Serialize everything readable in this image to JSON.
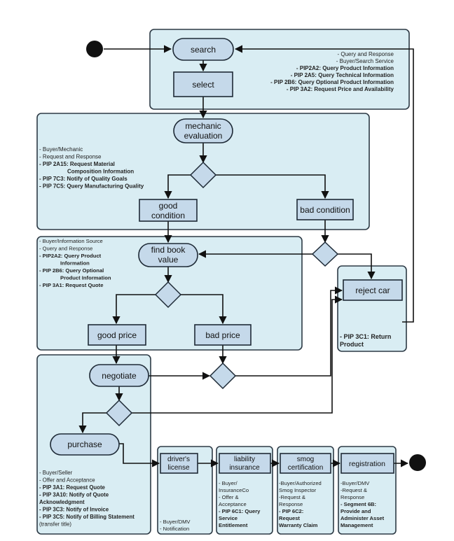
{
  "nodes": {
    "search": "search",
    "select": "select",
    "mechanic_evaluation": [
      "mechanic",
      "evaluation"
    ],
    "good_condition": [
      "good",
      "condition"
    ],
    "bad_condition": "bad condition",
    "find_book_value": [
      "find book",
      "value"
    ],
    "good_price": "good price",
    "bad_price": "bad price",
    "reject_car": "reject car",
    "negotiate": "negotiate",
    "purchase": "purchase",
    "drivers_license": [
      "driver's",
      "license"
    ],
    "liability_insurance": [
      "liability",
      "insurance"
    ],
    "smog_certification": [
      "smog",
      "certification"
    ],
    "registration": "registration"
  },
  "notes": {
    "search": [
      {
        "t": "- Query and Response",
        "b": false
      },
      {
        "t": "- Buyer/Search Service",
        "b": false
      },
      {
        "t": "- PIP2A2:  Query Product Information",
        "b": true
      },
      {
        "t": "- PIP 2A5: Query Technical Information",
        "b": true
      },
      {
        "t": "- PIP 2B6: Query Optional Product Information",
        "b": true
      },
      {
        "t": "- PIP 3A2: Request Price and Availability",
        "b": true
      }
    ],
    "mechanic": [
      {
        "t": "- Buyer/Mechanic",
        "b": false
      },
      {
        "t": "- Request and Response",
        "b": false
      },
      {
        "t": "- PIP 2A15: Request Material",
        "b": true
      },
      {
        "t": "Composition Information",
        "b": true
      },
      {
        "t": "- PIP 7C3: Notify of Quality Goals",
        "b": true
      },
      {
        "t": "- PIP 7C5: Query Manufacturing Quality",
        "b": true
      }
    ],
    "book": [
      {
        "t": "- Buyer/Information Source",
        "b": false
      },
      {
        "t": "- Query and Response",
        "b": false
      },
      {
        "t": "- PIP2A2:  Query Product",
        "b": true
      },
      {
        "t": "Information",
        "b": true
      },
      {
        "t": "- PIP 2B6: Query Optional",
        "b": true
      },
      {
        "t": "Product Information",
        "b": true
      },
      {
        "t": "- PIP 3A1: Request Quote",
        "b": true
      }
    ],
    "reject": [
      {
        "t": "- PIP 3C1: Return",
        "b": true
      },
      {
        "t": "Product",
        "b": true
      }
    ],
    "seller": [
      {
        "t": "- Buyer/Seller",
        "b": false
      },
      {
        "t": "- Offer and Acceptance",
        "b": false
      },
      {
        "t": "- PIP 3A1: Request Quote",
        "b": true
      },
      {
        "t": "- PIP 3A10: Notify of Quote",
        "b": true
      },
      {
        "t": "Acknowledgment",
        "b": true
      },
      {
        "t": "- PIP 3C3: Notify of Invoice",
        "b": true
      },
      {
        "t": "- PIP 3C5: Notify of Billing Statement",
        "b": true
      },
      {
        "t": "(transfer title)",
        "b": false
      }
    ],
    "dmv1": [
      {
        "t": "- Buyer/DMV",
        "b": false
      },
      {
        "t": "- Notification",
        "b": false
      }
    ],
    "insurance": [
      {
        "t": "- Buyer/",
        "b": false
      },
      {
        "t": "InsuranceCo",
        "b": false
      },
      {
        "t": "- Offer &",
        "b": false
      },
      {
        "t": "Acceptance",
        "b": false
      },
      {
        "t": "- PIP 6C1: Query",
        "b": true
      },
      {
        "t": "Service",
        "b": true
      },
      {
        "t": "Entitlement",
        "b": true
      }
    ],
    "smog": [
      {
        "t": "-Buyer/Authorized",
        "b": false
      },
      {
        "t": "Smog Inspector",
        "b": false
      },
      {
        "t": "-Request &",
        "b": false
      },
      {
        "t": "Response",
        "b": false
      },
      {
        "t": "- PIP 6C2:",
        "b": true
      },
      {
        "t": "Request",
        "b": true
      },
      {
        "t": "Warranty Claim",
        "b": true
      }
    ],
    "dmv2": [
      {
        "t": "-Buyer/DMV",
        "b": false
      },
      {
        "t": "-Request &",
        "b": false
      },
      {
        "t": "Response",
        "b": false
      },
      {
        "t": "- Segment 6B:",
        "b": true
      },
      {
        "t": "Provide and",
        "b": true
      },
      {
        "t": "Administer Asset",
        "b": true
      },
      {
        "t": "Management",
        "b": true
      }
    ]
  },
  "colors": {
    "lane_fill": "#d9edf3",
    "node_fill": "#c5d9ea",
    "stroke": "#1e2a36"
  }
}
